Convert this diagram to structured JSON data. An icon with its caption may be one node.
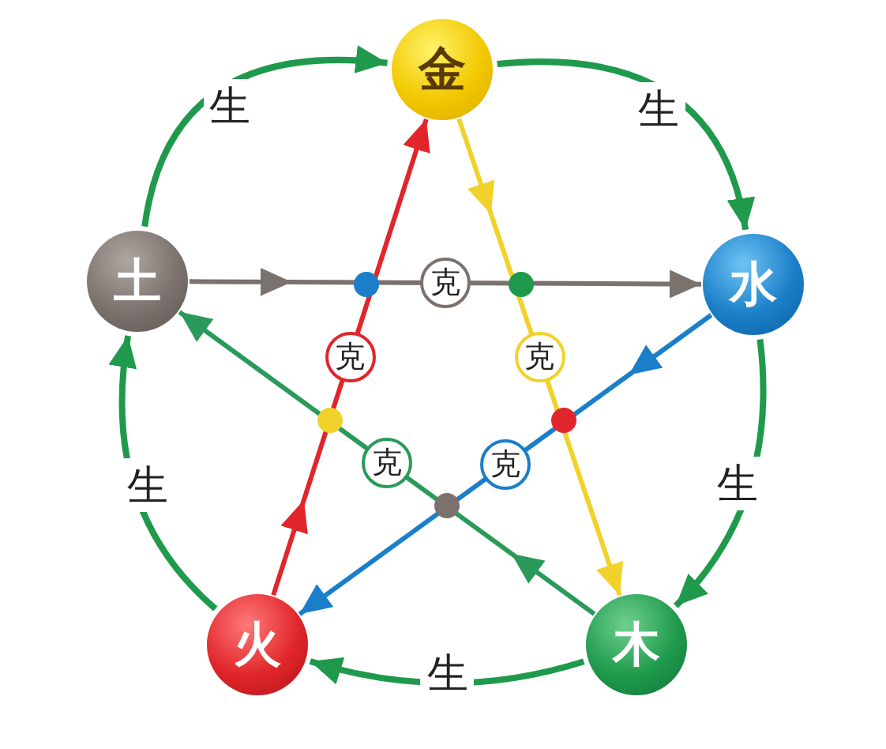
{
  "diagram": {
    "nodes": [
      {
        "text": [
          "金"
        ]
      },
      {
        "text": [
          "土"
        ]
      },
      {
        "text": [
          "水"
        ]
      },
      {
        "text": [
          "火"
        ]
      },
      {
        "text": [
          "木"
        ]
      }
    ],
    "edges": [
      {
        "from": 0,
        "to": 2,
        "arrow": "to",
        "label": "生",
        "color": "#1f9a4c"
      },
      {
        "from": 2,
        "to": 4,
        "arrow": "to",
        "label": "生",
        "color": "#1f9a4c"
      },
      {
        "from": 4,
        "to": 3,
        "arrow": "to",
        "label": "生",
        "color": "#1f9a4c"
      },
      {
        "from": 3,
        "to": 1,
        "arrow": "to",
        "label": "生",
        "color": "#1f9a4c"
      },
      {
        "from": 1,
        "to": 0,
        "arrow": "to",
        "label": "生",
        "color": "#1f9a4c"
      },
      {
        "from": 1,
        "to": 2,
        "arrow": "to",
        "label": "克",
        "color": "#7b726e"
      },
      {
        "from": 2,
        "to": 3,
        "arrow": "to",
        "label": "克",
        "color": "#1a7fc8"
      },
      {
        "from": 3,
        "to": 0,
        "arrow": "to",
        "label": "克",
        "color": "#e0262a"
      },
      {
        "from": 0,
        "to": 4,
        "arrow": "to",
        "label": "克",
        "color": "#f0d22a"
      },
      {
        "from": 4,
        "to": 1,
        "arrow": "to",
        "label": "克",
        "color": "#2a9a5a"
      }
    ]
  }
}
